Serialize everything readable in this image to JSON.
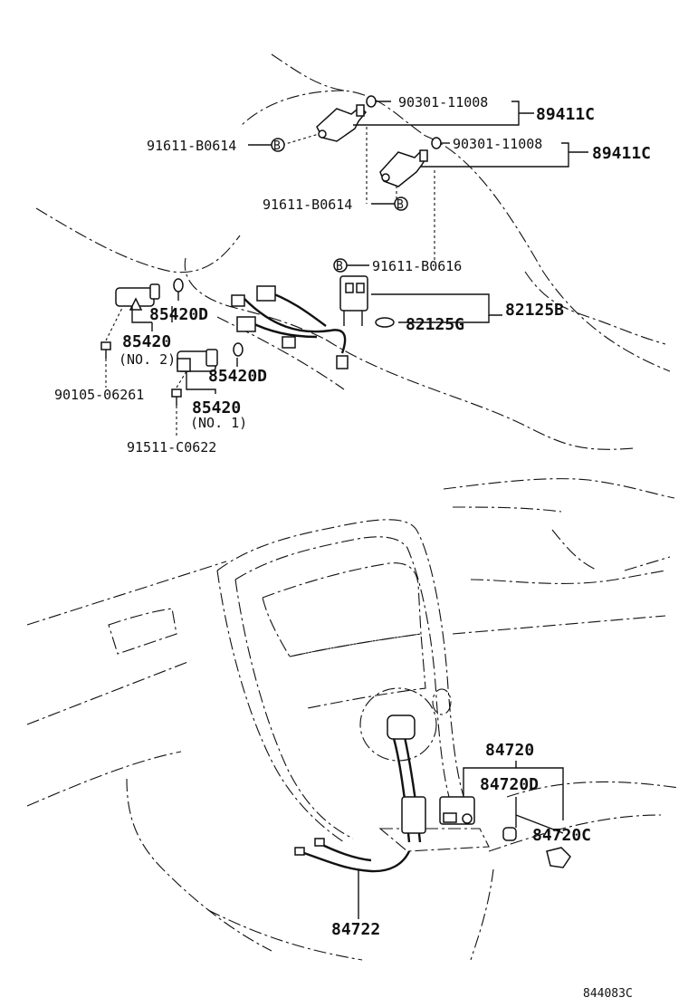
{
  "labels": {
    "p90301_a": "90301-11008",
    "p89411c_a": "89411C",
    "p91611_a": "91611-B0614",
    "p90301_b": "90301-11008",
    "p89411c_b": "89411C",
    "p91611_b": "91611-B0614",
    "p91611_c": "91611-B0616",
    "p85420d_a": "85420D",
    "p82125b": "82125B",
    "p82125g": "82125G",
    "p85420_no2": "85420",
    "no2": "(NO. 2)",
    "p85420d_b": "85420D",
    "p90105": "90105-06261",
    "p85420_no1": "85420",
    "no1": "(NO. 1)",
    "p91511": "91511-C0622",
    "p84720": "84720",
    "p84720d": "84720D",
    "p84720c": "84720C",
    "p84722": "84722",
    "bolt_mark": "B",
    "diagram_code": "844083C"
  }
}
